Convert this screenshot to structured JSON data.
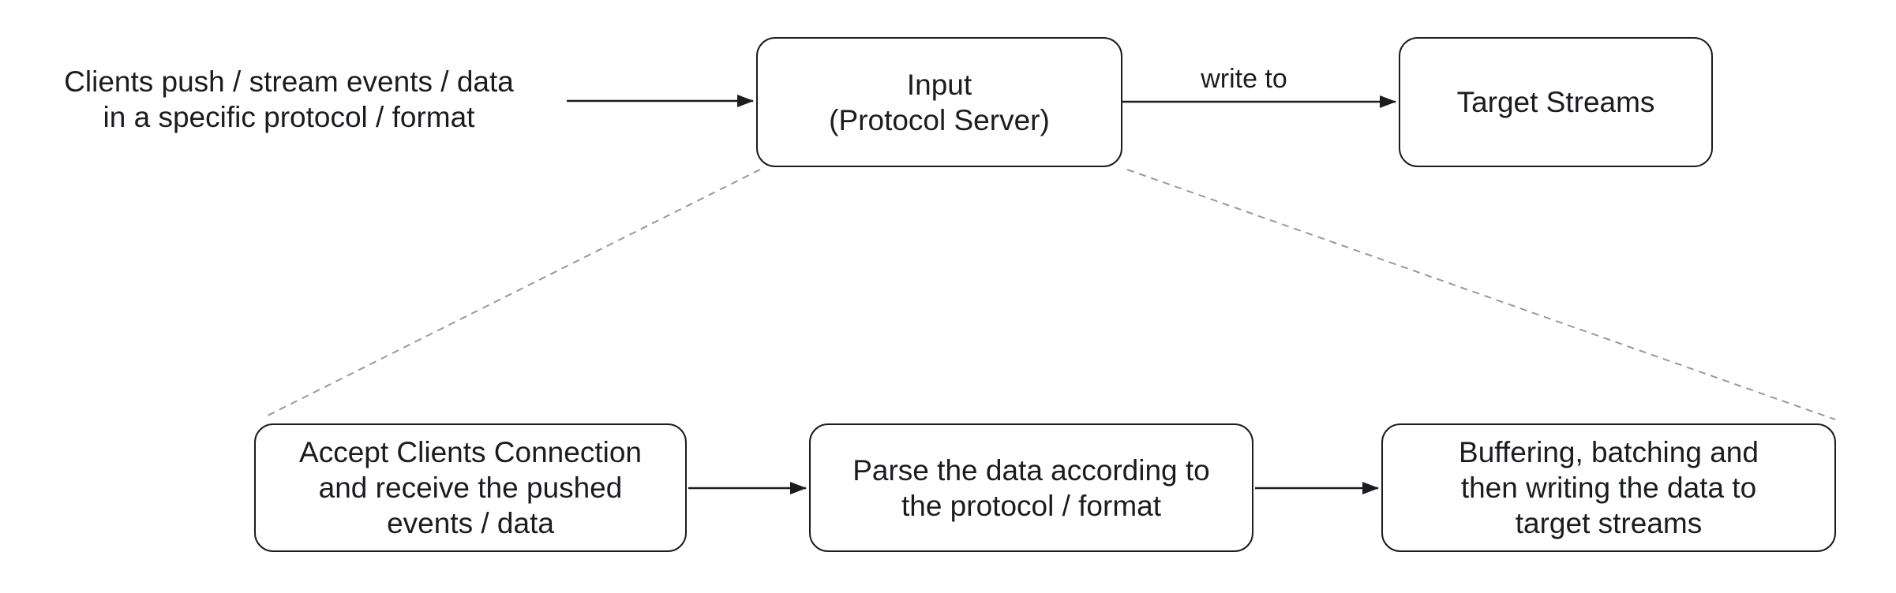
{
  "diagram": {
    "annotation": "Clients push / stream events / data\nin a specific protocol / format",
    "edge_labels": {
      "write_to": "write to"
    },
    "nodes": {
      "input": {
        "label": "Input\n(Protocol Server)"
      },
      "target_streams": {
        "label": "Target Streams"
      },
      "accept_connection": {
        "label": "Accept Clients Connection\nand receive the pushed\nevents / data"
      },
      "parse_data": {
        "label": "Parse the data according to\nthe protocol / format"
      },
      "buffer_write": {
        "label": "Buffering, batching and\nthen writing the data to\ntarget streams"
      }
    },
    "colors": {
      "stroke": "#1a1c20",
      "dashed_line": "#999999",
      "background": "#ffffff"
    }
  }
}
